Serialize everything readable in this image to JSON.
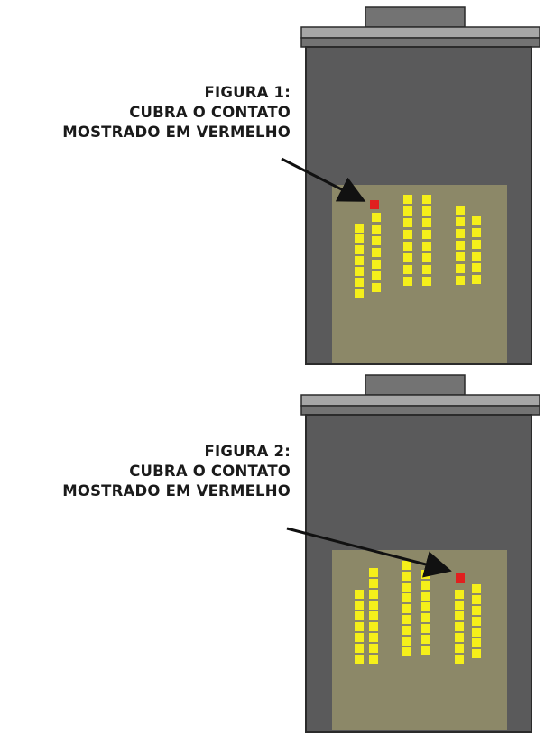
{
  "colors": {
    "background": "#ffffff",
    "cartridge_body": "#5a5a5b",
    "cartridge_outline": "#2b2b2b",
    "cap_top": "#737373",
    "cap_light": "#a6a6a6",
    "contact_plate": "#8c8868",
    "contact_yellow": "#f5ef1a",
    "contact_red": "#e11f1f",
    "arrow": "#111111",
    "text": "#1a1a1a"
  },
  "figures": [
    {
      "title": "FIGURA 1:",
      "line2": "CUBRA O CONTATO",
      "line3": "MOSTRADO EM VERMELHO",
      "highlighted_contact": "red contact at top of second column (left group)"
    },
    {
      "title": "FIGURA 2:",
      "line2": "CUBRA O CONTATO",
      "line3": "MOSTRADO EM VERMELHO",
      "highlighted_contact": "red contact at top of fifth column (right group)"
    }
  ]
}
